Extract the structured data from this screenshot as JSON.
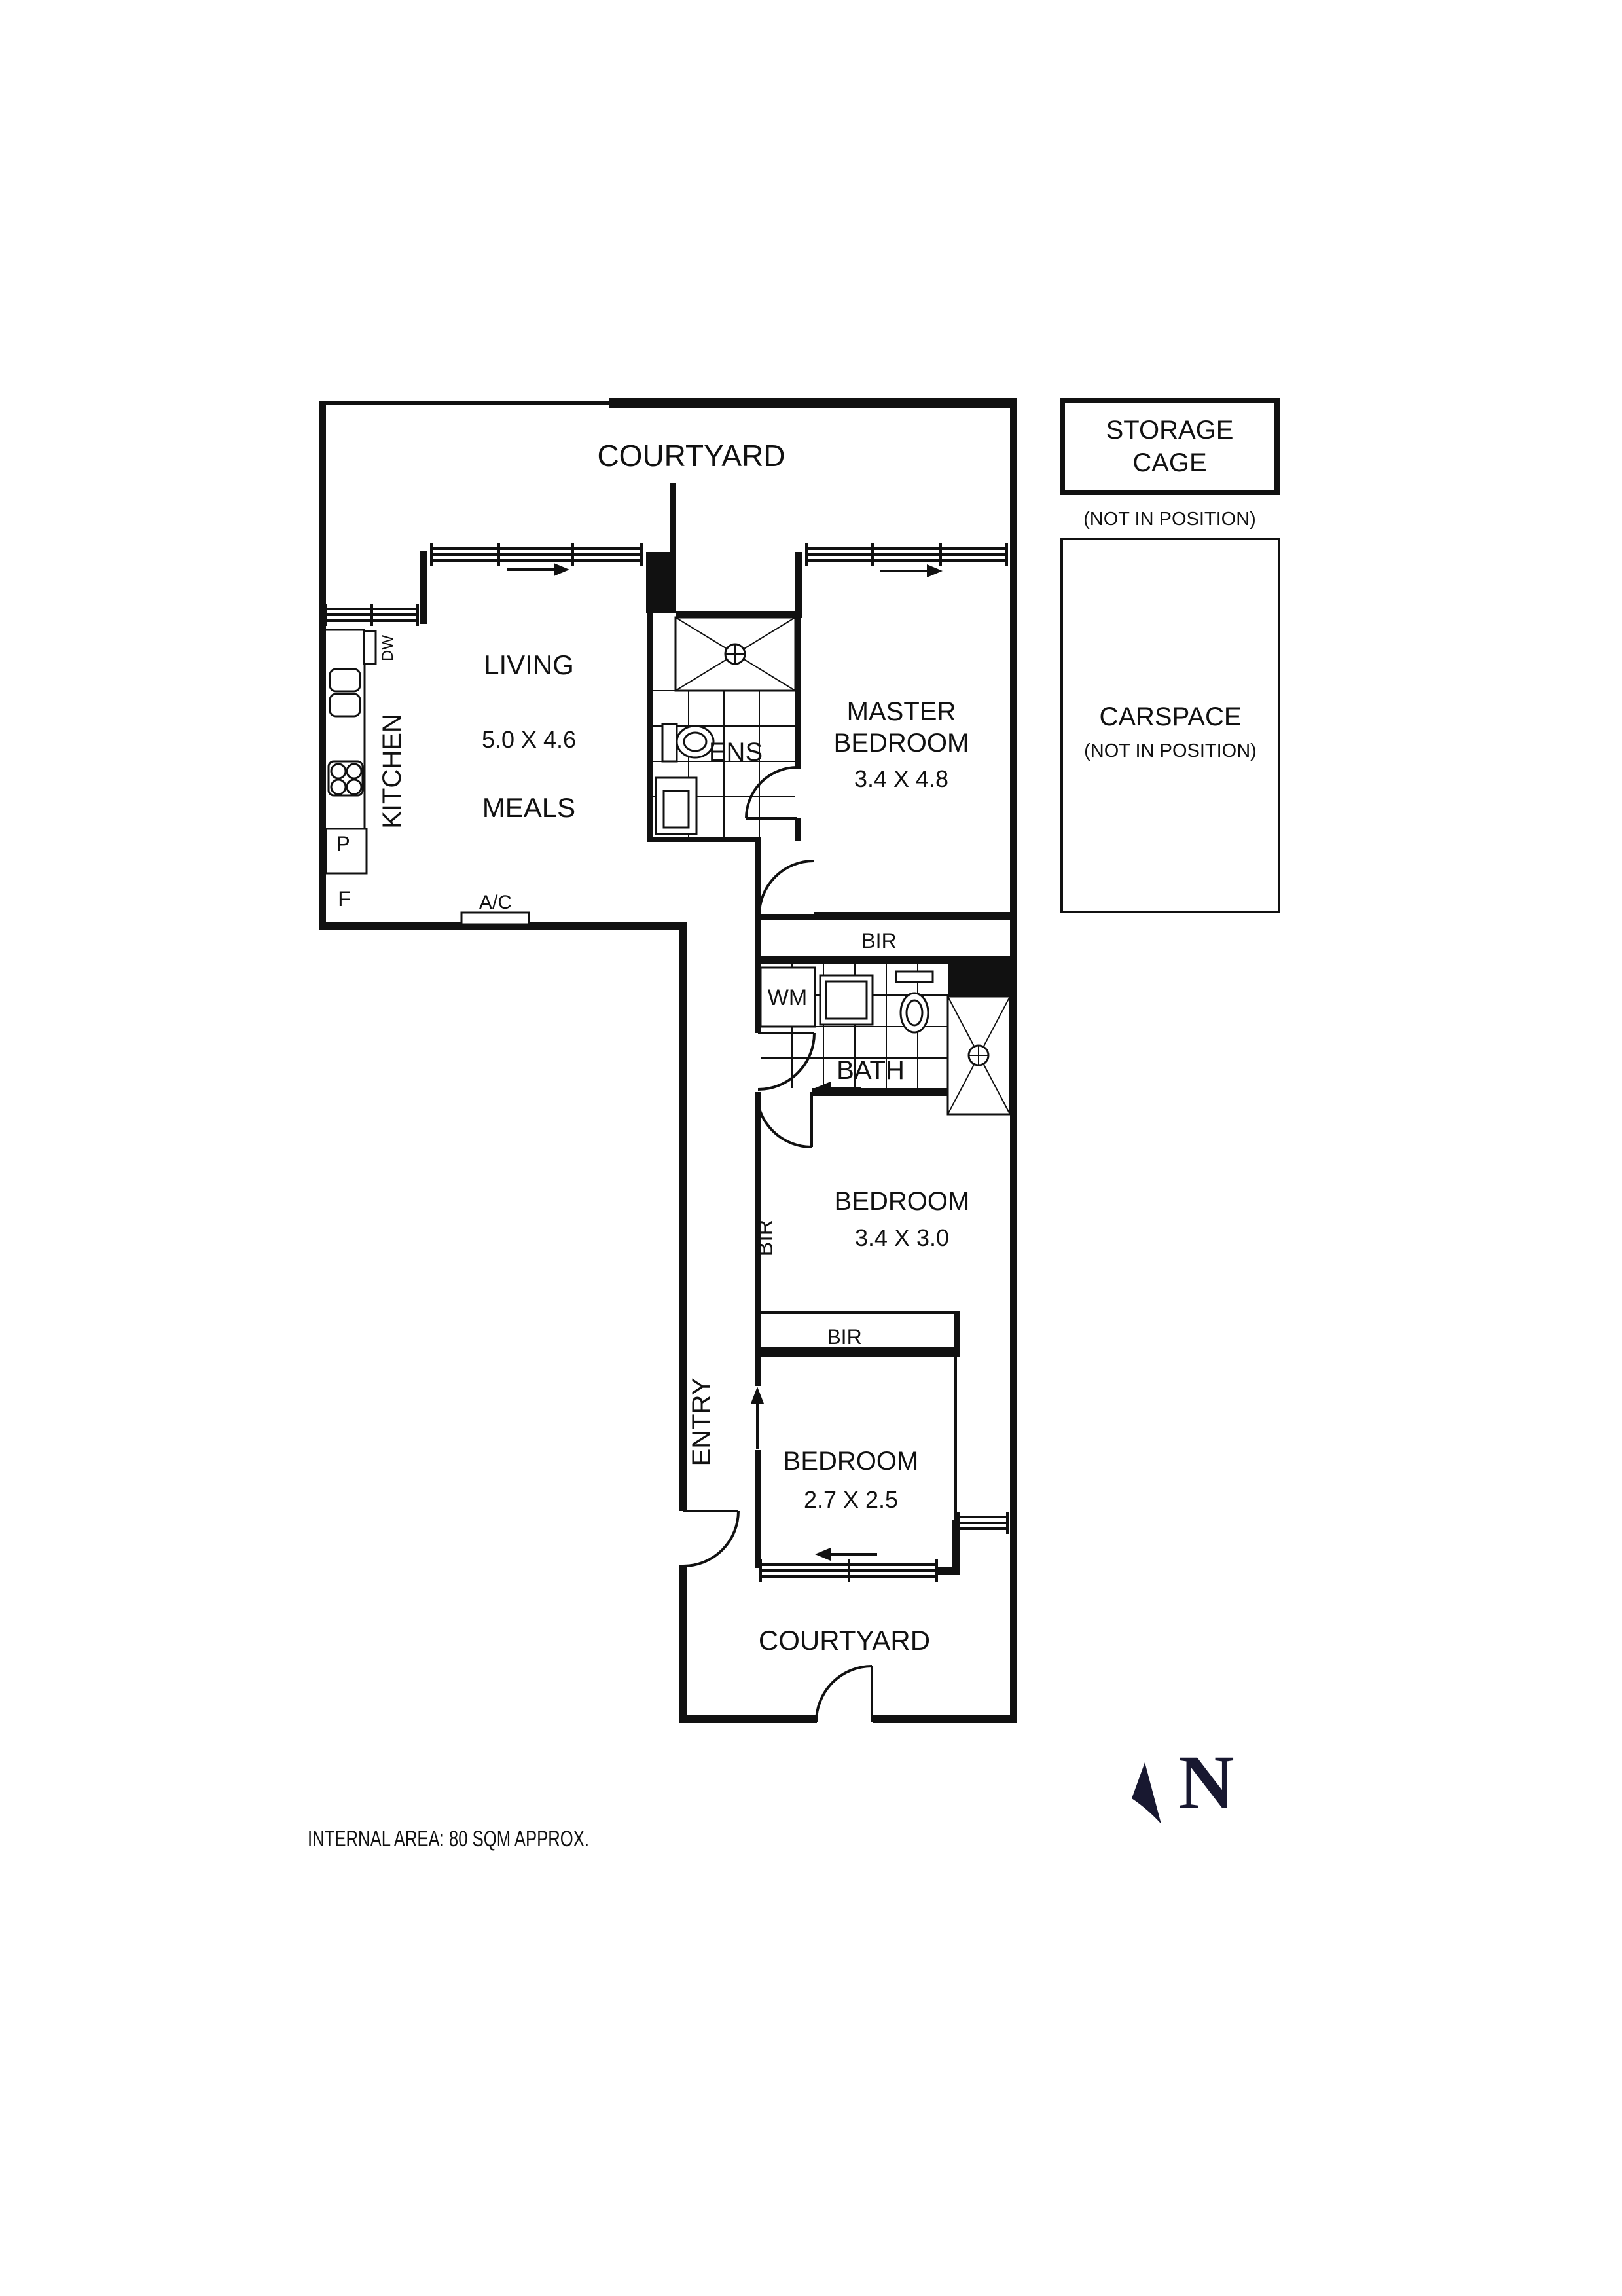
{
  "page": {
    "background": "#ffffff"
  },
  "colors": {
    "wall": "#111111",
    "text": "#111111",
    "compass": "#181830"
  },
  "labels": {
    "courtyard_top": "COURTYARD",
    "storage_line1": "STORAGE",
    "storage_line2": "CAGE",
    "storage_note": "(NOT IN POSITION)",
    "carspace": "CARSPACE",
    "carspace_note": "(NOT IN POSITION)",
    "living": "LIVING",
    "living_dims": "5.0 X 4.6",
    "meals": "MEALS",
    "kitchen": "KITCHEN",
    "dw": "DW",
    "pantry": "P",
    "fridge": "F",
    "ac": "A/C",
    "ens": "ENS",
    "master_line1": "MASTER",
    "master_line2": "BEDROOM",
    "master_dims": "3.4 X 4.8",
    "bir_master": "BIR",
    "wm": "WM",
    "bath": "BATH",
    "bedroom2": "BEDROOM",
    "bedroom2_dims": "3.4 X 3.0",
    "bir_vertical": "BIR",
    "bir_bedroom3": "BIR",
    "entry": "ENTRY",
    "bedroom3": "BEDROOM",
    "bedroom3_dims": "2.7 X 2.5",
    "courtyard_bottom": "COURTYARD",
    "compass_n": "N",
    "internal_area": "INTERNAL AREA:  80 SQM  APPROX."
  }
}
